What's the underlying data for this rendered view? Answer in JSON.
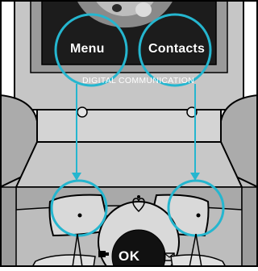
{
  "figure": {
    "screen_labels": {
      "left": "Menu",
      "right": "Contacts"
    },
    "brand_text": "DIGITAL COMMUNICATION",
    "nav_center_label": "OK",
    "colors": {
      "callout": "#25b6cf",
      "outline": "#000000",
      "body_gray": "#b4b4b4",
      "screen_dark": "#1c1c1c"
    },
    "icons": [
      "heart-icon",
      "message-envelope-icon"
    ]
  }
}
